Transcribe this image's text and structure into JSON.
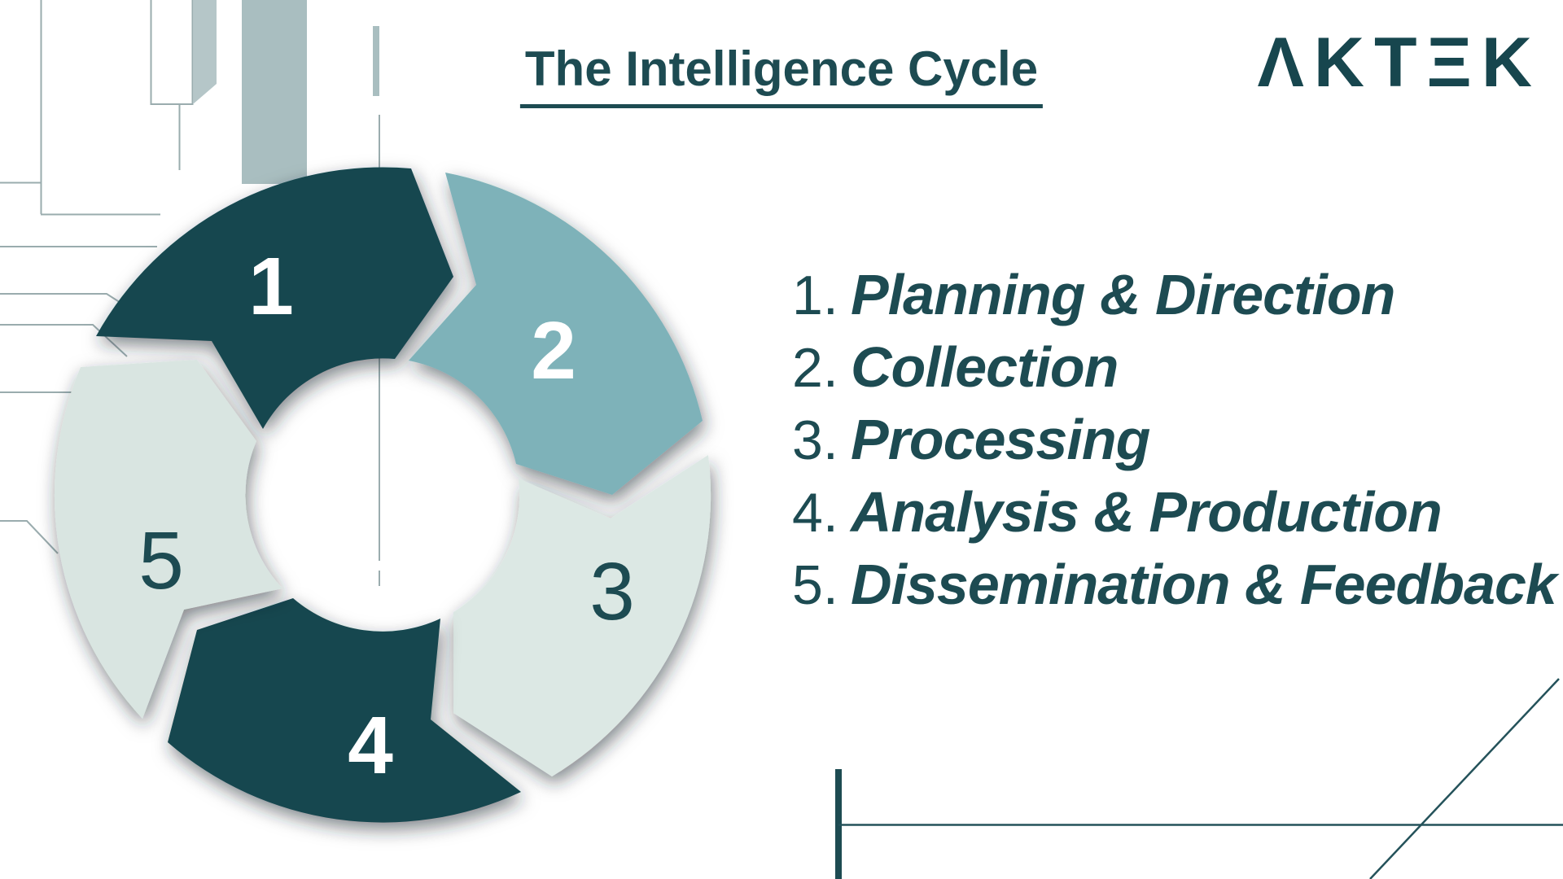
{
  "header": {
    "title": "The Intelligence Cycle",
    "brand": "ΛKTΞK"
  },
  "cycle": {
    "description": "Five-segment circular arrow cycle, numbered clockwise",
    "segments": [
      {
        "number": "1",
        "color": "#144750",
        "number_color": "#ffffff"
      },
      {
        "number": "2",
        "color": "#7eb2b9",
        "number_color": "#ffffff"
      },
      {
        "number": "3",
        "color": "#dce8e4",
        "number_color": "#1d4b52"
      },
      {
        "number": "4",
        "color": "#144750",
        "number_color": "#ffffff"
      },
      {
        "number": "5",
        "color": "#d9e5e1",
        "number_color": "#1d4b52"
      }
    ]
  },
  "steps": {
    "items": [
      {
        "number": "1.",
        "label": "Planning & Direction"
      },
      {
        "number": "2.",
        "label": "Collection"
      },
      {
        "number": "3.",
        "label": "Processing"
      },
      {
        "number": "4.",
        "label": "Analysis & Production"
      },
      {
        "number": "5.",
        "label": "Dissemination & Feedback"
      }
    ]
  },
  "colors": {
    "dark_teal": "#144750",
    "text_teal": "#1d4b52",
    "mid_teal": "#7eb2b9",
    "pale_teal": "#dce8e4",
    "grey_bar": "#a9bec0",
    "line_grey": "#9aacae"
  }
}
